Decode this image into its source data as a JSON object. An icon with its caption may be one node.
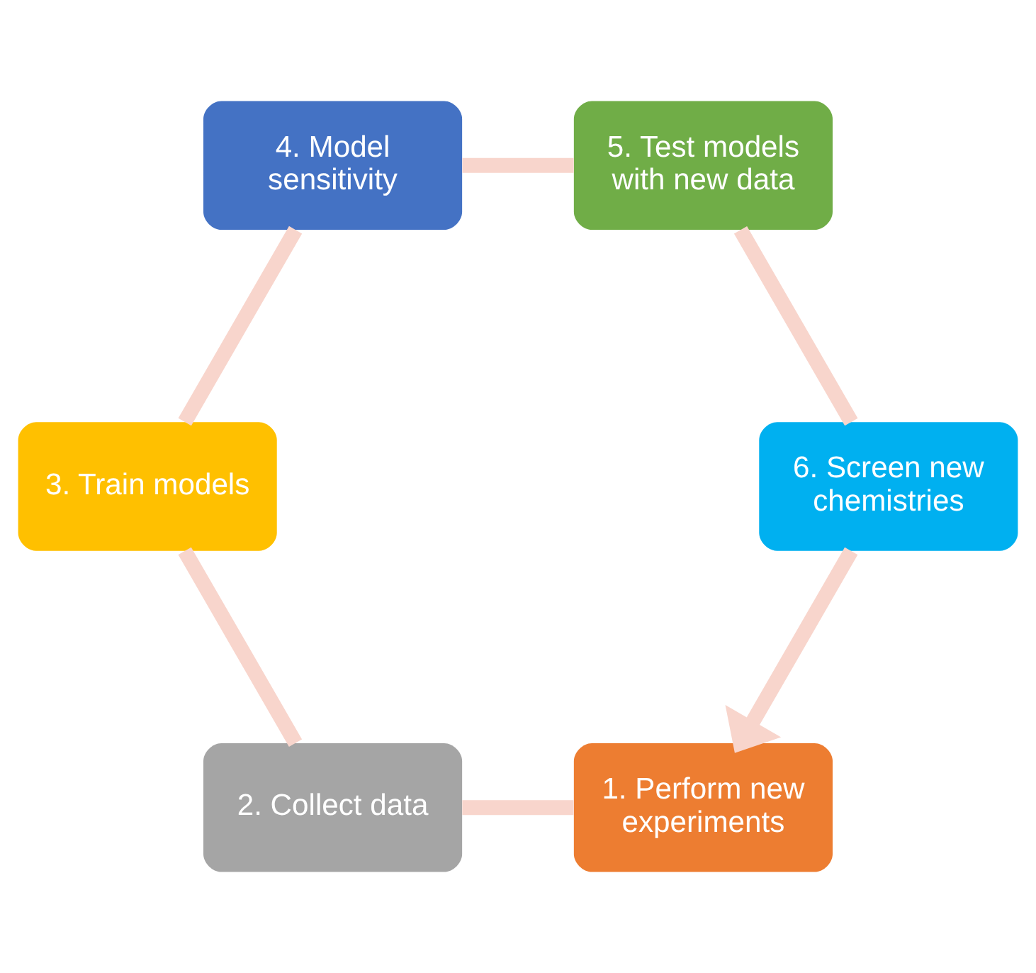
{
  "diagram": {
    "nodes": [
      {
        "text": [
          "1. Perform new experiments"
        ]
      },
      {
        "text": [
          "2. Collect data"
        ]
      },
      {
        "text": [
          "3. Train models"
        ]
      },
      {
        "text": [
          "4. Model sensitivity"
        ]
      },
      {
        "text": [
          "5. Test models with new data"
        ]
      },
      {
        "text": [
          "6. Screen new chemistries"
        ]
      }
    ],
    "edges": [
      {
        "from": 0,
        "to": 1,
        "arrow": "none"
      },
      {
        "from": 1,
        "to": 2,
        "arrow": "none"
      },
      {
        "from": 2,
        "to": 3,
        "arrow": "none"
      },
      {
        "from": 3,
        "to": 4,
        "arrow": "none"
      },
      {
        "from": 4,
        "to": 5,
        "arrow": "none"
      },
      {
        "from": 5,
        "to": 0,
        "arrow": "to"
      }
    ]
  }
}
